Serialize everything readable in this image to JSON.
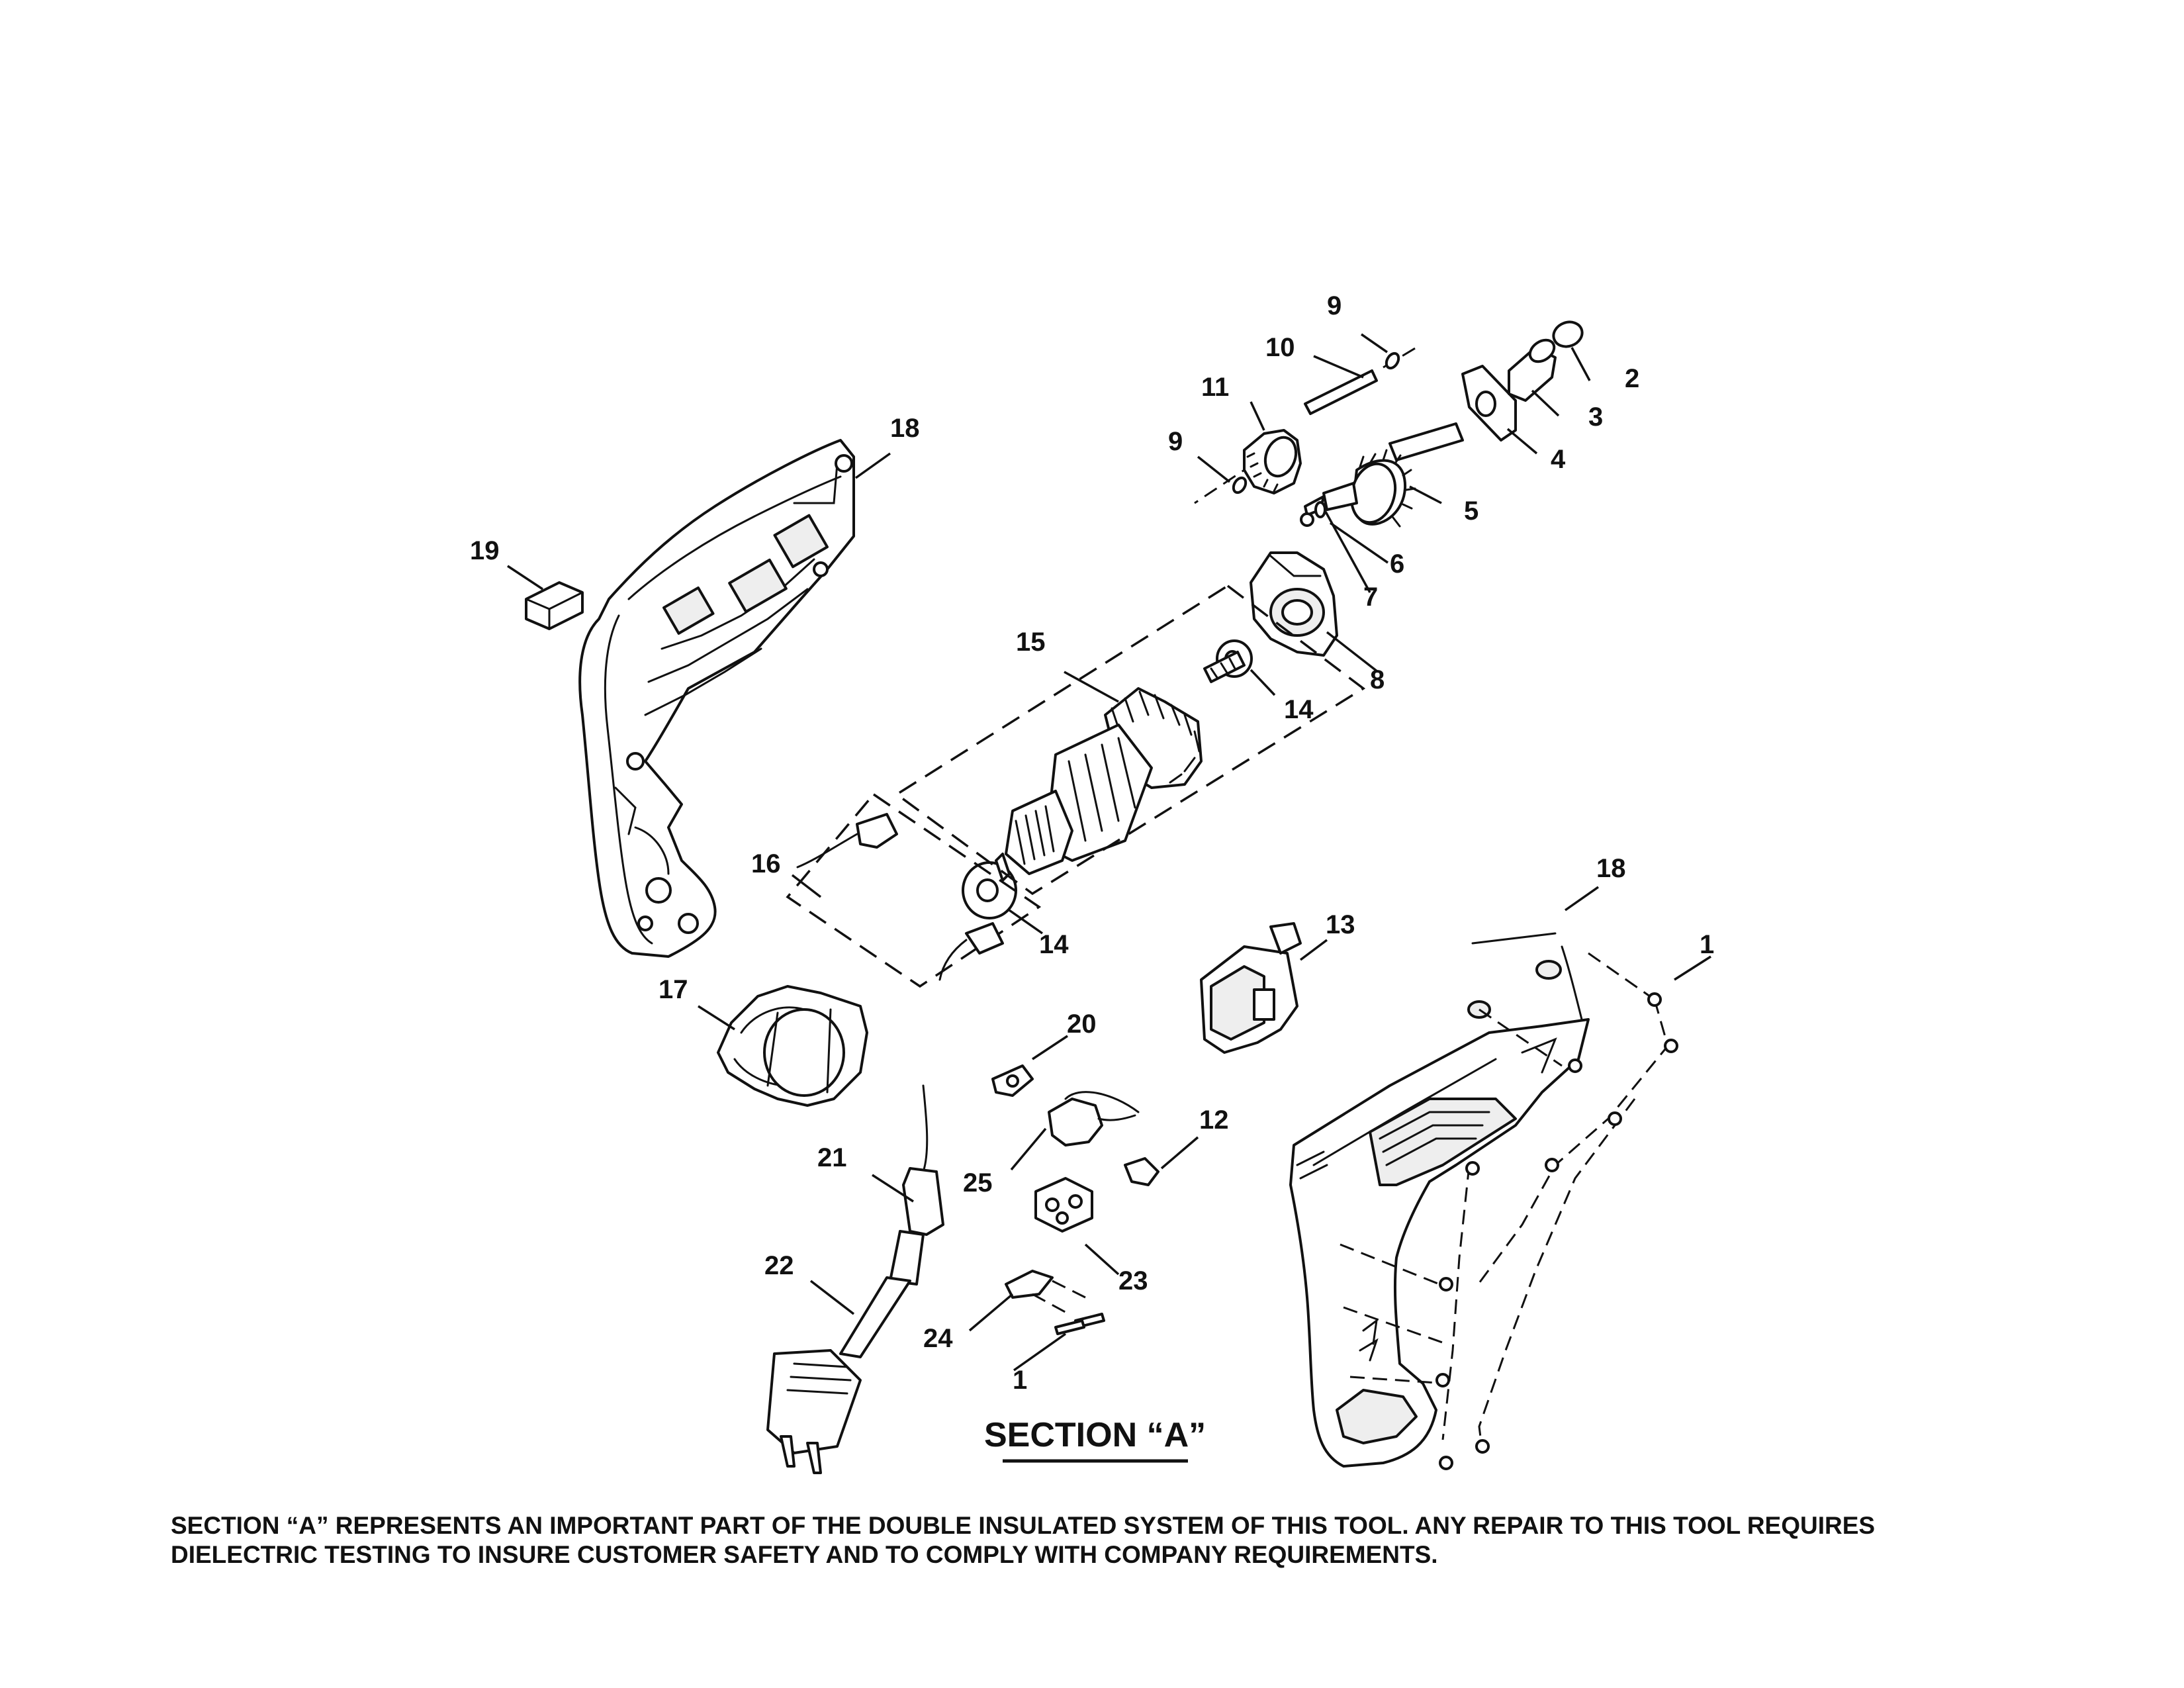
{
  "callouts": {
    "p1_screw_right": "1",
    "p1_screw_bottom": "1",
    "p2": "2",
    "p3": "3",
    "p4": "4",
    "p5": "5",
    "p6": "6",
    "p7": "7",
    "p8": "8",
    "p9_top": "9",
    "p9_left": "9",
    "p10": "10",
    "p11": "11",
    "p12": "12",
    "p13": "13",
    "p14_right": "14",
    "p14_bottom": "14",
    "p15": "15",
    "p16": "16",
    "p17": "17",
    "p18_left": "18",
    "p18_right": "18",
    "p19": "19",
    "p20": "20",
    "p21": "21",
    "p22": "22",
    "p23": "23",
    "p24": "24",
    "p25": "25"
  },
  "section_title": "SECTION “A”",
  "note": {
    "line1": "SECTION “A” REPRESENTS AN IMPORTANT PART OF THE DOUBLE INSULATED SYSTEM OF THIS TOOL. ANY REPAIR TO THIS TOOL REQUIRES",
    "line2": "DIELECTRIC TESTING TO INSURE CUSTOMER SAFETY AND TO COMPLY WITH COMPANY REQUIREMENTS."
  }
}
